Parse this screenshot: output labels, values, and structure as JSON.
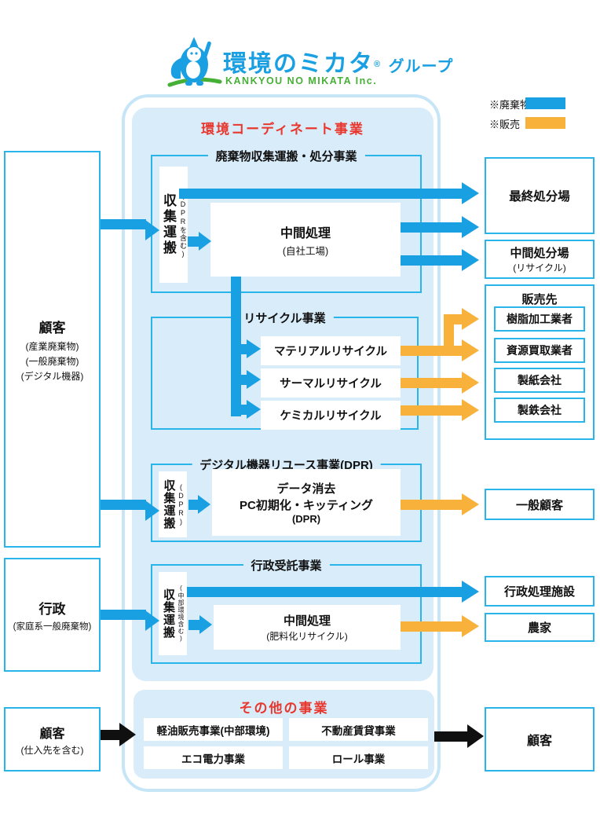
{
  "colors": {
    "waste_blue": "#18a0e2",
    "sales_orange": "#f8b13a",
    "box_border_cyan": "#29b5e9",
    "panel_fill_blue": "#d8ecfa",
    "panel_border_blue": "#c6e6f7",
    "accent_red": "#e8382e",
    "logo_blue": "#1aa0e2",
    "logo_green": "#45b035",
    "arrow_black": "#101010"
  },
  "logo": {
    "name": "環境のミカタ",
    "reg": "®",
    "group": "グループ",
    "company": "KANKYOU NO MIKATA Inc."
  },
  "legend": {
    "waste": "※廃棄物",
    "sales": "※販売"
  },
  "container": {
    "title": "環境コーディネート事業"
  },
  "sections": {
    "collection": {
      "title": "廃棄物収集運搬・処分事業",
      "transport": {
        "main": "収集運搬",
        "sub": "(DPRを含む)"
      },
      "plant": {
        "title": "中間処理",
        "sub": "(自社工場)"
      }
    },
    "recycle": {
      "title": "リサイクル事業",
      "items": [
        "マテリアルリサイクル",
        "サーマルリサイクル",
        "ケミカルリサイクル"
      ]
    },
    "dpr": {
      "title": "デジタル機器リユース事業(DPR)",
      "transport": {
        "main": "収集運搬",
        "sub": "(DPR)"
      },
      "plant": {
        "line1": "データ消去",
        "line2": "PC初期化・キッティング",
        "line3": "(DPR)"
      }
    },
    "gov": {
      "title": "行政受託事業",
      "transport": {
        "main": "収集運搬",
        "sub": "(中部環境含む)"
      },
      "plant": {
        "title": "中間処理",
        "sub": "(肥料化リサイクル)"
      }
    },
    "other": {
      "title": "その他の事業",
      "items": [
        "軽油販売事業(中部環境)",
        "不動産賃貸事業",
        "エコ電力事業",
        "ロール事業"
      ]
    }
  },
  "left": {
    "customer1": {
      "title": "顧客",
      "lines": [
        "(産業廃棄物)",
        "(一般廃棄物)",
        "(デジタル機器)"
      ]
    },
    "government": {
      "title": "行政",
      "sub": "(家庭系一般廃棄物)"
    },
    "customer2": {
      "title": "顧客",
      "sub": "(仕入先を含む)"
    }
  },
  "right": {
    "final_disposal": {
      "title": "最終処分場"
    },
    "intermediate_disposal": {
      "title": "中間処分場",
      "sub": "(リサイクル)"
    },
    "buyers": {
      "title": "販売先",
      "items": [
        "樹脂加工業者",
        "資源買取業者",
        "製紙会社",
        "製鉄会社"
      ]
    },
    "general_customer": {
      "title": "一般顧客"
    },
    "gov_facility": {
      "title": "行政処理施設"
    },
    "farmer": {
      "title": "農家"
    },
    "customer": {
      "title": "顧客"
    }
  }
}
